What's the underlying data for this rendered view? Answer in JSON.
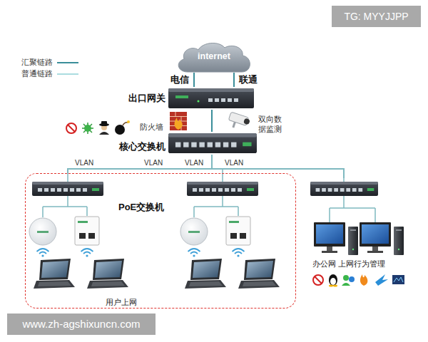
{
  "diagram": {
    "nodes": [
      {
        "text": [
          "internet"
        ]
      },
      {
        "text": [
          "出口网关"
        ]
      },
      {
        "text": [
          "核心交换机"
        ]
      },
      {
        "text": [
          "PoE交换机",
          "用户上网"
        ]
      },
      {
        "text": [
          "办公网 上网行为管理"
        ]
      }
    ],
    "edges": [
      {
        "from": 0,
        "to": 1,
        "arrow": "none",
        "label": "电信"
      },
      {
        "from": 0,
        "to": 1,
        "arrow": "none",
        "label": "联通"
      },
      {
        "from": 1,
        "to": 2,
        "arrow": "none"
      },
      {
        "from": 2,
        "to": 3,
        "arrow": "none",
        "label": "VLAN"
      },
      {
        "from": 2,
        "to": 4,
        "arrow": "none",
        "label": "VLAN"
      }
    ],
    "labels": [
      "防火墙",
      "双向数据监测",
      "VLAN",
      "VLAN",
      "TG: MYYJJPP",
      "www.zh-agshixuncn.com"
    ],
    "legend": [
      {
        "text": "汇聚链路"
      },
      {
        "text": "普通链路"
      }
    ]
  }
}
